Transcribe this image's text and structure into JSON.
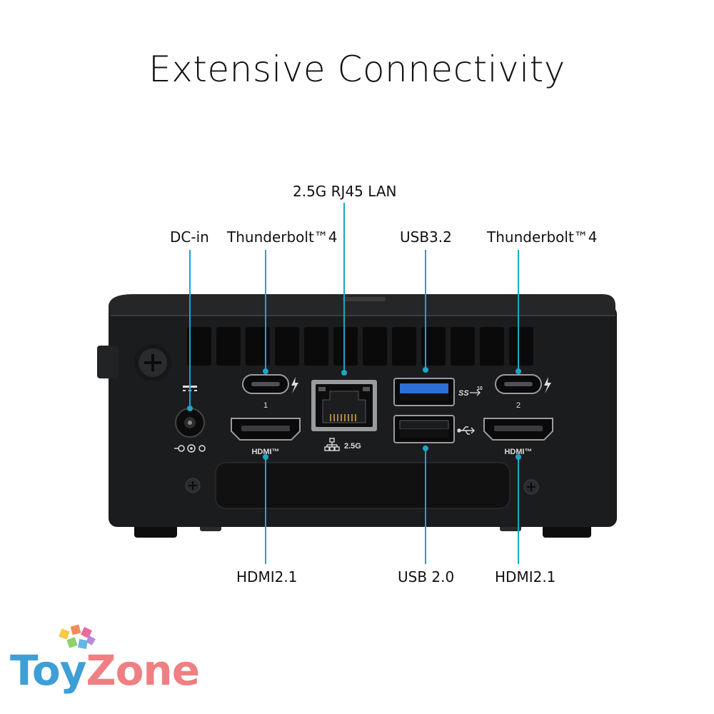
{
  "title": "Extensive Connectivity",
  "labels": {
    "rj45": "2.5G RJ45 LAN",
    "dc_in": "DC-in",
    "thunderbolt_left": "Thunderbolt™4",
    "usb32": "USB3.2",
    "thunderbolt_right": "Thunderbolt™4",
    "hdmi_left": "HDMI2.1",
    "usb20": "USB 2.0",
    "hdmi_right": "HDMI2.1"
  },
  "device_markings": {
    "tb_port_1": "1",
    "tb_port_2": "2",
    "lan_speed": "2.5G",
    "usb_ss": "SS",
    "usb_ss_gen": "10",
    "hdmi_logo_left": "HDMI™",
    "hdmi_logo_right": "HDMI™"
  },
  "logo": {
    "part1": "Toy",
    "part2": "Zone"
  },
  "colors": {
    "leader_line": "#1aa7c9",
    "device": "#1b1c1e",
    "logo_blue": "#3d9fd6",
    "logo_pink": "#ef7f82"
  }
}
